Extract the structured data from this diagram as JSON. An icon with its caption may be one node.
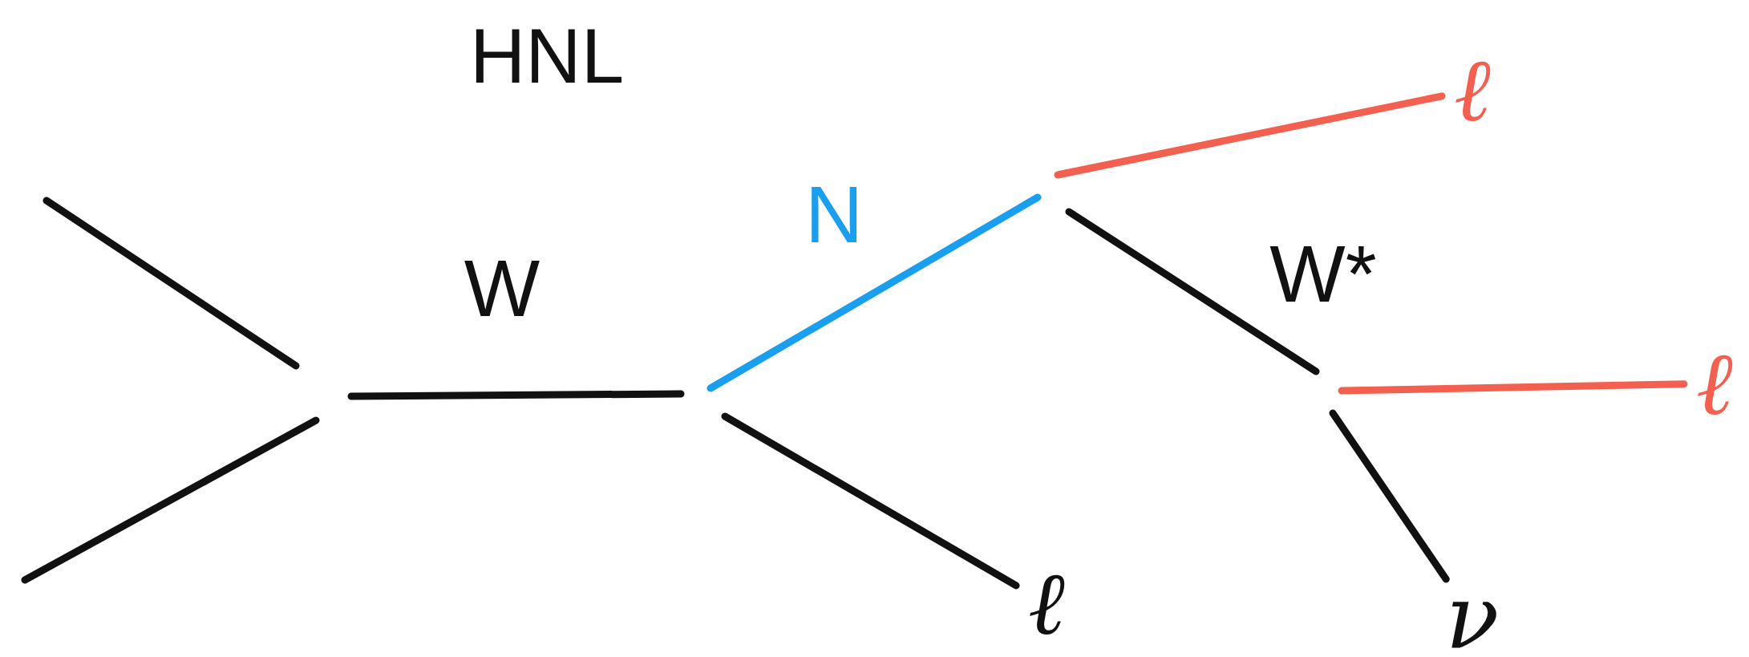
{
  "diagram": {
    "title": "HNL",
    "nodes": [
      {
        "text": [
          "ℓ"
        ]
      },
      {
        "text": [
          "ℓ"
        ]
      },
      {
        "text": [
          "ℓ"
        ]
      },
      {
        "text": [
          "ν"
        ]
      }
    ],
    "edges": [
      {
        "from": null,
        "to": 2,
        "arrow": "none"
      },
      {
        "from": null,
        "to": 0,
        "arrow": "none",
        "color": "#f4604f"
      },
      {
        "from": null,
        "to": 1,
        "arrow": "none",
        "color": "#f4604f"
      },
      {
        "from": null,
        "to": 3,
        "arrow": "none"
      }
    ],
    "labels": [
      "W",
      "N",
      "W*"
    ]
  }
}
